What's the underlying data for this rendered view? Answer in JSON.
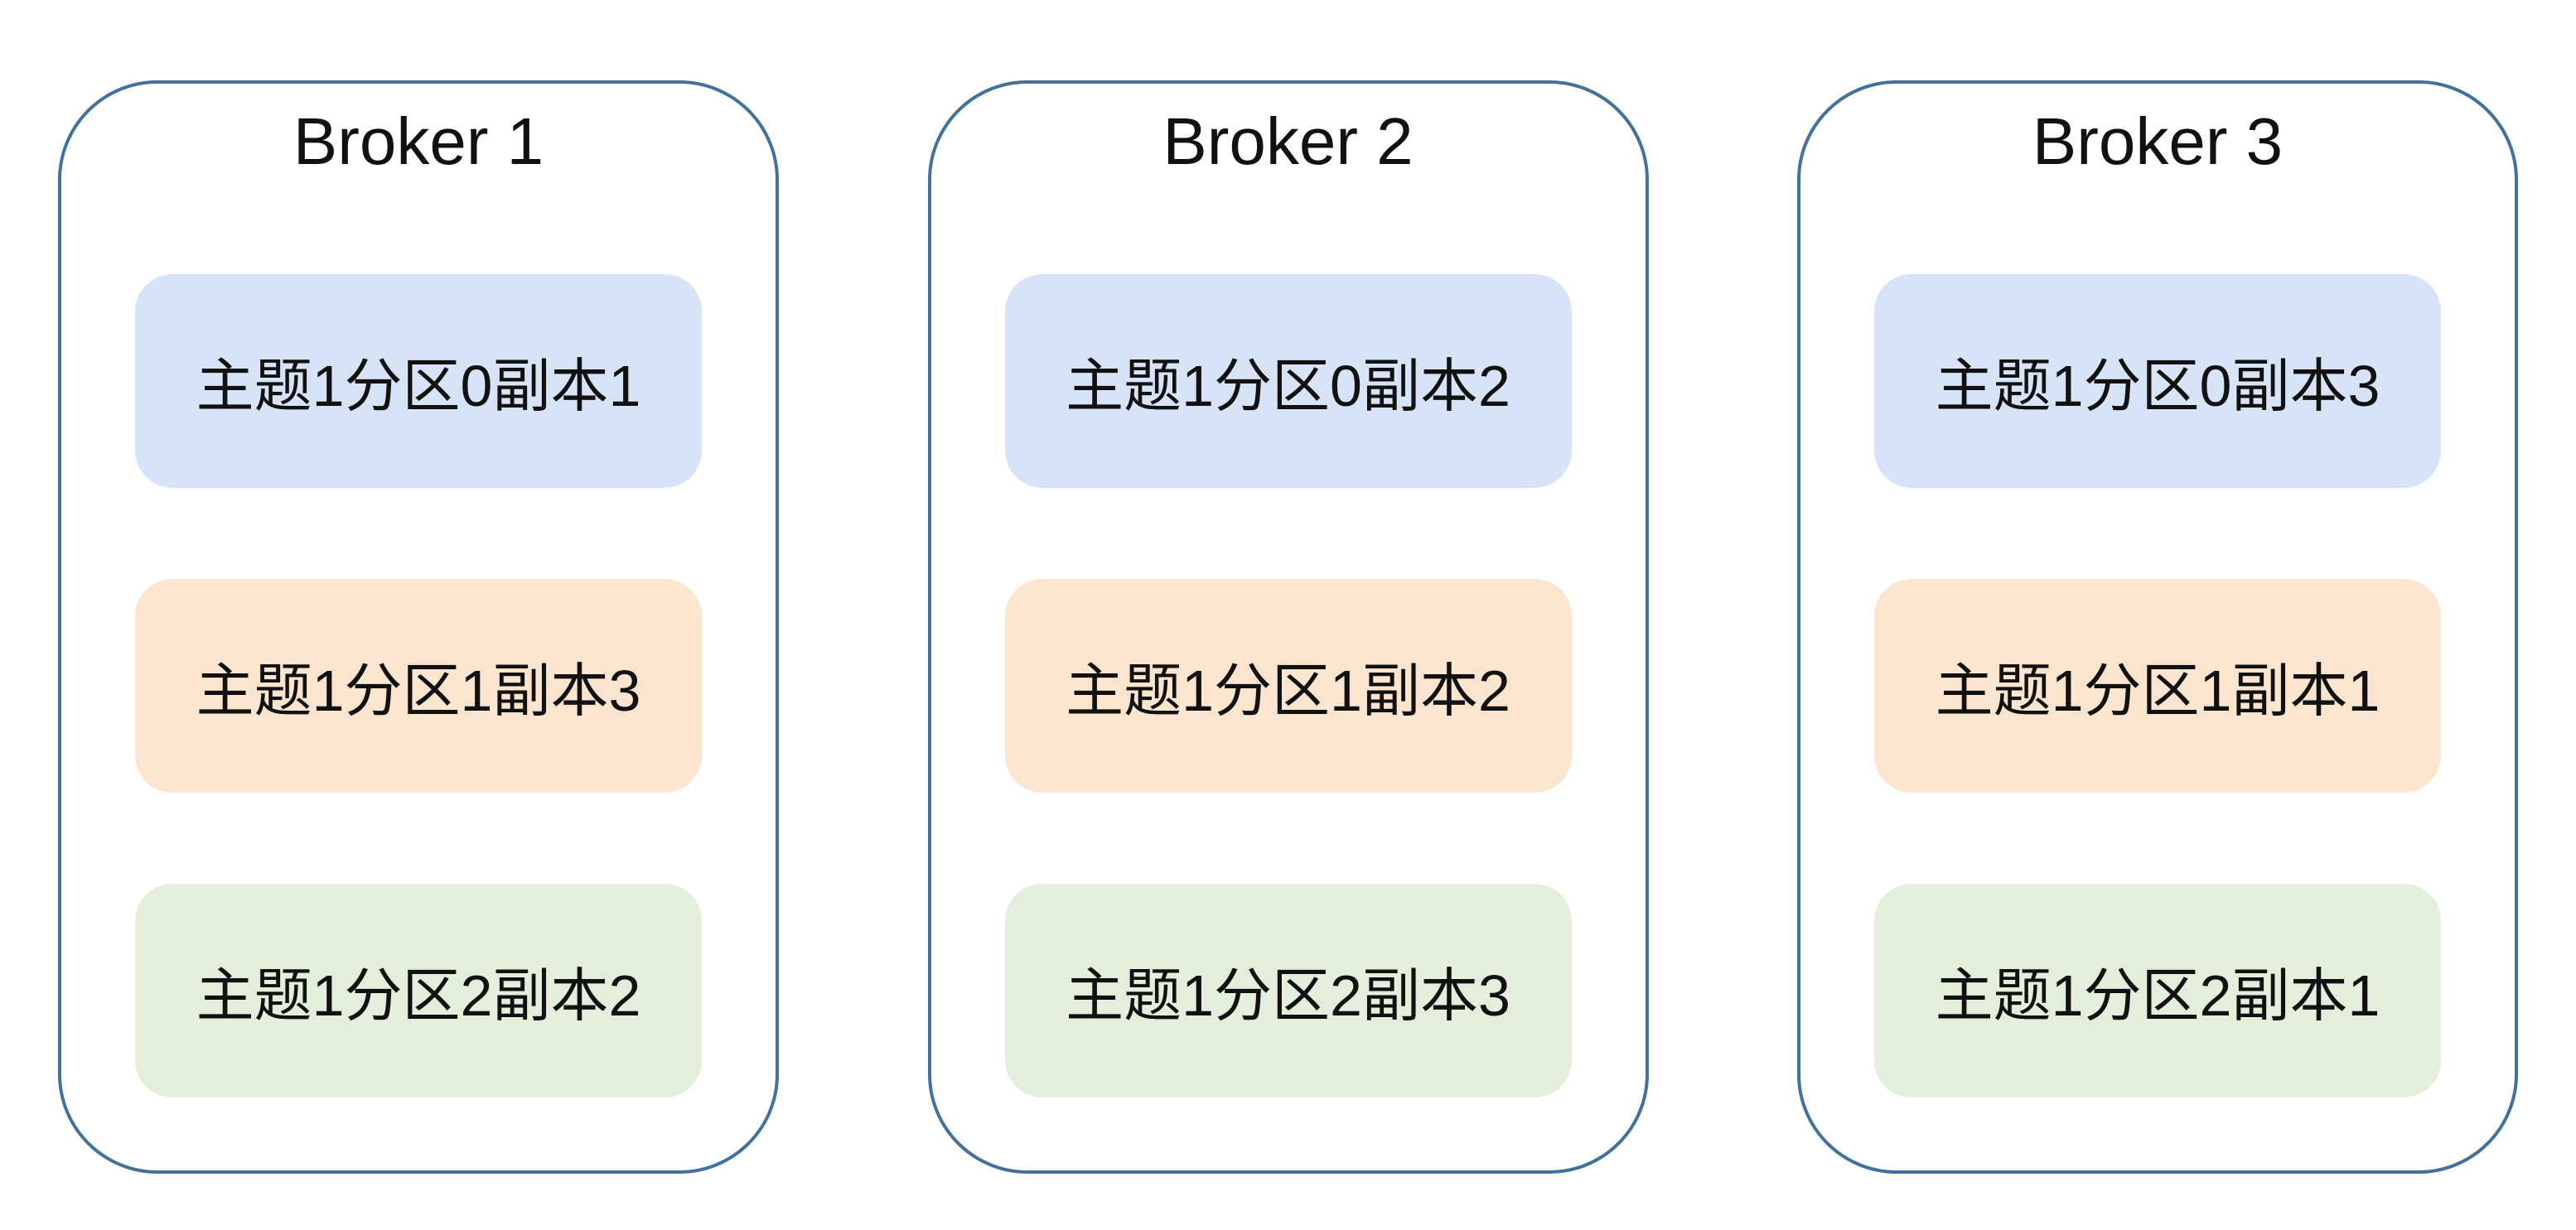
{
  "diagram": {
    "type": "kafka-broker-replica-distribution",
    "colors": {
      "partition0_fill": "#D7E4F7",
      "partition1_fill": "#FCE5CE",
      "partition2_fill": "#E3EFDA",
      "broker_border": "#41719C",
      "text": "#111111",
      "background": "#FFFFFF"
    },
    "brokers": [
      {
        "title": "Broker 1",
        "replicas": [
          {
            "label": "主题1分区0副本1",
            "fill": "p0"
          },
          {
            "label": "主题1分区1副本3",
            "fill": "p1"
          },
          {
            "label": "主题1分区2副本2",
            "fill": "p2"
          }
        ]
      },
      {
        "title": "Broker 2",
        "replicas": [
          {
            "label": "主题1分区0副本2",
            "fill": "p0"
          },
          {
            "label": "主题1分区1副本2",
            "fill": "p1"
          },
          {
            "label": "主题1分区2副本3",
            "fill": "p2"
          }
        ]
      },
      {
        "title": "Broker 3",
        "replicas": [
          {
            "label": "主题1分区0副本3",
            "fill": "p0"
          },
          {
            "label": "主题1分区1副本1",
            "fill": "p1"
          },
          {
            "label": "主题1分区2副本1",
            "fill": "p2"
          }
        ]
      }
    ]
  }
}
